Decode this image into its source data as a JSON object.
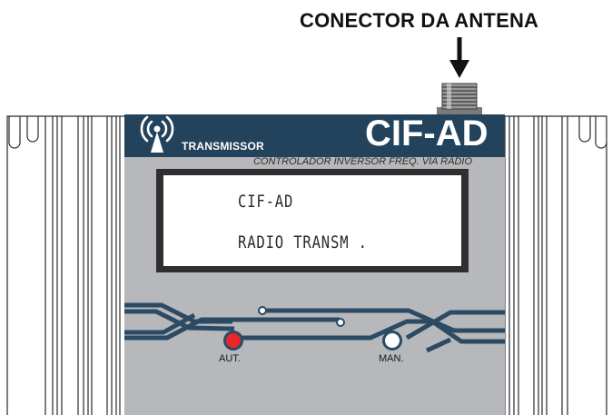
{
  "annotation": {
    "antenna_connector_label": "CONECTOR DA ANTENA"
  },
  "device": {
    "header_label": "TRANSMISSOR",
    "model": "CIF-AD",
    "subtitle": "CONTROLADOR INVERSOR FREQ. VIA RÁDIO",
    "display": {
      "line1": "CIF-AD",
      "line2": "RADIO TRANSM ."
    },
    "indicators": [
      {
        "label": "AUT.",
        "color": "#e8262b"
      },
      {
        "label": "MAN.",
        "color": "#ffffff"
      }
    ]
  },
  "colors": {
    "header_band": "#23435d",
    "panel": "#b6b8bb",
    "traces": "#2c4a63"
  }
}
